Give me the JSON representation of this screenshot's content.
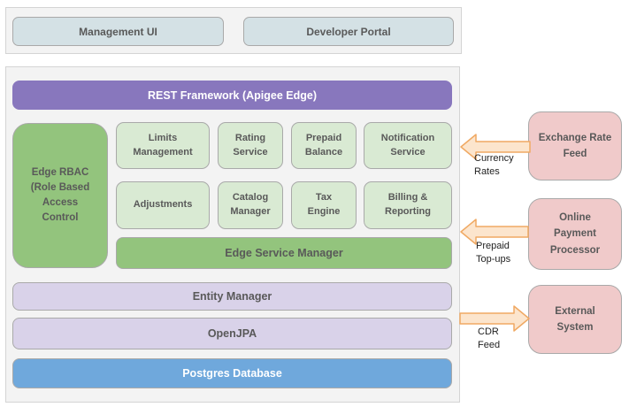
{
  "colors": {
    "section_bg": "#f3f3f3",
    "section_border": "#d4d4d4",
    "border_gray": "#a9a9a9",
    "cyan_fill": "#d4e1e5",
    "purple_fill": "#8877bd",
    "green_fill": "#93c47d",
    "light_green_fill": "#d9ead3",
    "lavender_fill": "#d9d2e9",
    "blue_fill": "#6fa8dc",
    "pink_fill": "#f0caca",
    "arrow_fill": "#fce5cd",
    "arrow_border": "#f0a963",
    "text_dark": "#595959"
  },
  "top_tier": {
    "management_ui": "Management UI",
    "developer_portal": "Developer Portal"
  },
  "platform": {
    "rest_framework": "REST Framework (Apigee Edge)",
    "edge_rbac": "Edge RBAC\n(Role Based\nAccess\nControl",
    "services_row1": [
      "Limits Management",
      "Rating Service",
      "Prepaid Balance",
      "Notification Service"
    ],
    "services_row2": [
      "Adjustments",
      "Catalog Manager",
      "Tax Engine",
      "Billing & Reporting"
    ],
    "edge_service_manager": "Edge Service Manager",
    "entity_manager": "Entity Manager",
    "openjpa": "OpenJPA",
    "postgres_database": "Postgres Database"
  },
  "external_systems": [
    {
      "name": "Exchange Rate Feed",
      "flow": "Currency Rates",
      "direction": "inbound"
    },
    {
      "name": "Online Payment Processor",
      "flow": "Prepaid Top-ups",
      "direction": "inbound"
    },
    {
      "name": "External System",
      "flow": "CDR Feed",
      "direction": "outbound"
    }
  ]
}
